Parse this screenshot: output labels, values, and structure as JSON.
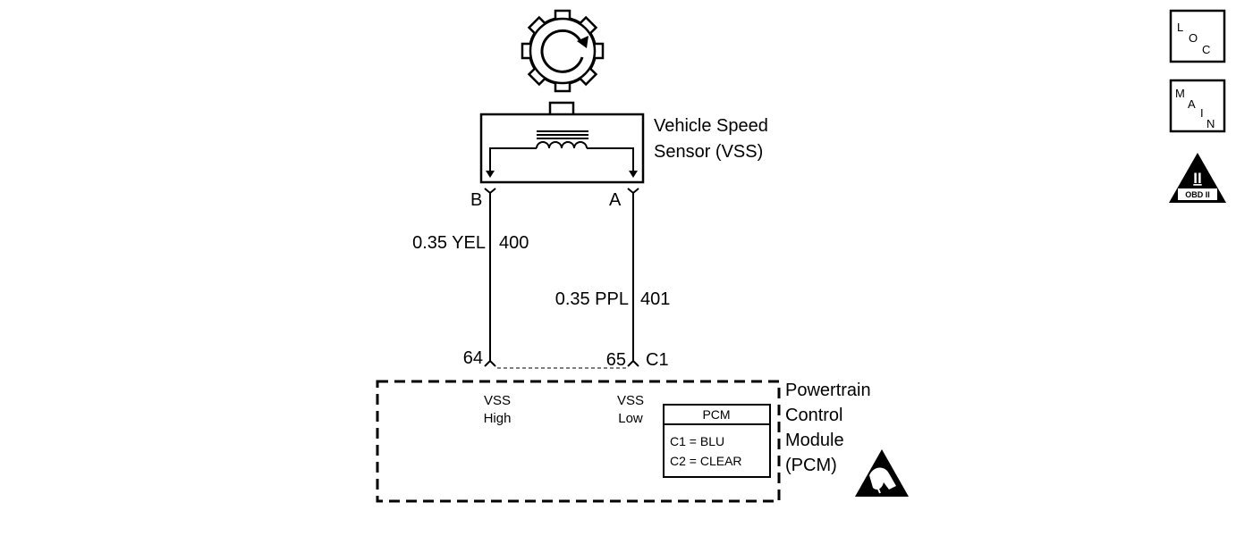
{
  "sensor": {
    "name_line1": "Vehicle Speed",
    "name_line2": "Sensor (VSS)",
    "terminal_b": "B",
    "terminal_a": "A"
  },
  "wires": [
    {
      "gauge_color": "0.35 YEL",
      "circuit": "400"
    },
    {
      "gauge_color": "0.35 PPL",
      "circuit": "401"
    }
  ],
  "pcm": {
    "pin_left": "64",
    "pin_right": "65",
    "connector": "C1",
    "vss_high_line1": "VSS",
    "vss_high_line2": "High",
    "vss_low_line1": "VSS",
    "vss_low_line2": "Low",
    "name_lines": [
      "Powertrain",
      "Control",
      "Module",
      "(PCM)"
    ],
    "legend": {
      "title": "PCM",
      "row1": "C1 = BLU",
      "row2": "C2 = CLEAR"
    }
  },
  "nav": {
    "loc": [
      "L",
      "O",
      "C"
    ],
    "main": [
      "M",
      "A",
      "I",
      "N"
    ],
    "obd": {
      "numeral": "II",
      "label": "OBD II"
    }
  },
  "colors": {
    "ink": "#000000",
    "paper": "#ffffff"
  },
  "icons": [
    "rotating-gear-icon",
    "coil-icon",
    "esd-warning-icon",
    "obd-ii-icon"
  ]
}
